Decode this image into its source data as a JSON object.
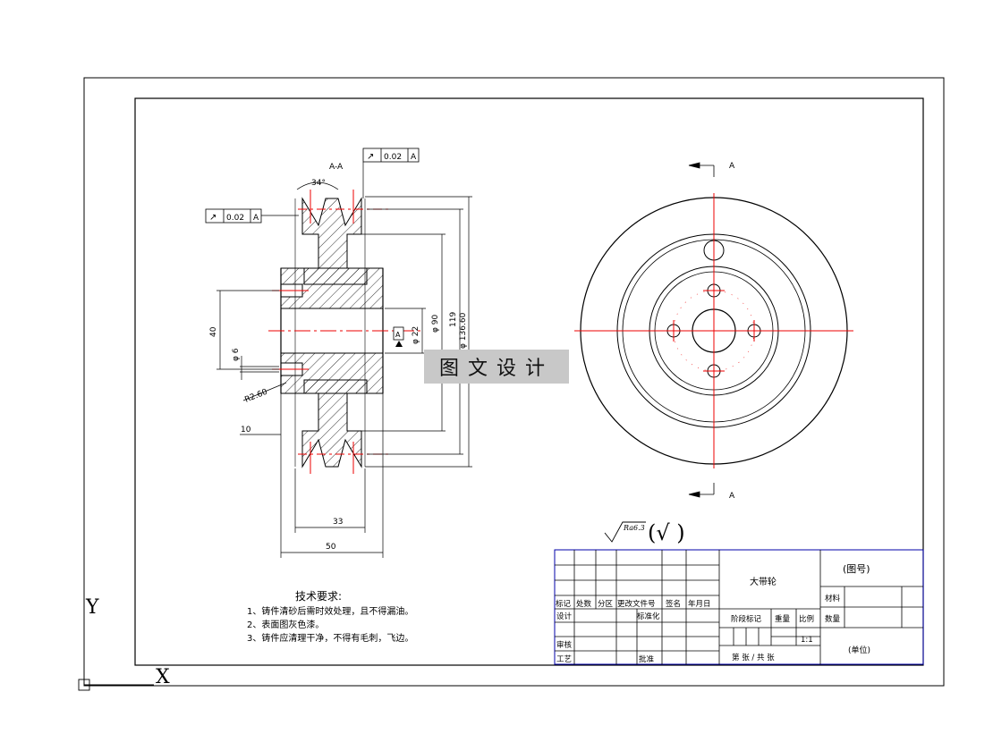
{
  "section_label": "A-A",
  "view_markers": [
    "A",
    "A"
  ],
  "angle": "34°",
  "tolerance_frames": [
    {
      "symbol": "↗",
      "value": "0.02",
      "datum": "A"
    },
    {
      "symbol": "↗",
      "value": "0.02",
      "datum": "A"
    }
  ],
  "datum_box": "A",
  "dimensions": {
    "d40": "40",
    "d6": "φ 6",
    "r": "R2.60",
    "d10": "10",
    "d33": "33",
    "d50": "50",
    "d22": "φ 22",
    "d90": "φ 90",
    "d119": "119",
    "d13660": "φ 136.60"
  },
  "roughness": {
    "label": "Ra6.3",
    "extra": "(√ )"
  },
  "watermark": "图文设计",
  "tech_notes": {
    "title": "技术要求:",
    "items": [
      "1、铸件清砂后需时效处理，且不得漏油。",
      "2、表面图灰色漆。",
      "3、铸件应清理干净，不得有毛刺，飞边。"
    ]
  },
  "title_block": {
    "part_name": "大带轮",
    "drawing_no": "(图号)",
    "material_label": "材料",
    "quantity_label": "数量",
    "unit": "(单位)",
    "scale_label": "比例",
    "scale_value": "1:1",
    "weight_label": "重量",
    "stage_label": "阶段标记",
    "sheet_text": "第  张 / 共  张",
    "header_row": [
      "标记",
      "处数",
      "分区",
      "更改文件号",
      "签名",
      "年月日"
    ],
    "design": "设计",
    "standard": "标准化",
    "review": "审核",
    "process": "工艺",
    "approve": "批准"
  },
  "ucs": {
    "x": "X",
    "y": "Y"
  }
}
